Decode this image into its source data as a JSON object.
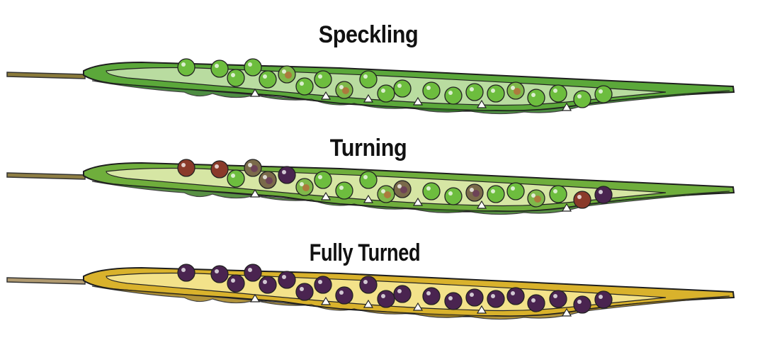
{
  "diagram": {
    "stages": [
      {
        "label": "Speckling",
        "pod_color": "#5ba83a",
        "pod_dark": "#2f7a22",
        "pod_light": "#b9dca0",
        "stem_color": "#8a7a3a",
        "seeds": [
          "green",
          "green",
          "green",
          "green",
          "green",
          "speck",
          "green",
          "green",
          "speck",
          "green",
          "green",
          "green",
          "green",
          "green",
          "green",
          "green",
          "speck",
          "green",
          "green",
          "green",
          "green"
        ]
      },
      {
        "label": "Turning",
        "pod_color": "#6fae3c",
        "pod_dark": "#3b7d24",
        "pod_light": "#d6e6a4",
        "stem_color": "#8e7e44",
        "seeds": [
          "brown",
          "brown",
          "mix",
          "green",
          "mix",
          "purple",
          "green",
          "speck",
          "green",
          "green",
          "speck",
          "mix",
          "green",
          "green",
          "mix",
          "green",
          "green",
          "speck",
          "green",
          "brown",
          "purple"
        ]
      },
      {
        "label": "Fully Turned",
        "pod_color": "#d9b22c",
        "pod_dark": "#a5821a",
        "pod_light": "#f3e28a",
        "stem_color": "#b09a70",
        "seeds": [
          "purple",
          "purple",
          "purple",
          "purple",
          "purple",
          "purple",
          "purple",
          "purple",
          "purple",
          "purple",
          "purple",
          "purple",
          "purple",
          "purple",
          "purple",
          "purple",
          "purple",
          "purple",
          "purple",
          "purple",
          "purple"
        ]
      }
    ],
    "seed_colors": {
      "green": "#6dbd3e",
      "speck": "#7fb84a",
      "mix": "#7a6a4a",
      "brown": "#8a3a2a",
      "purple": "#4a2450"
    }
  }
}
